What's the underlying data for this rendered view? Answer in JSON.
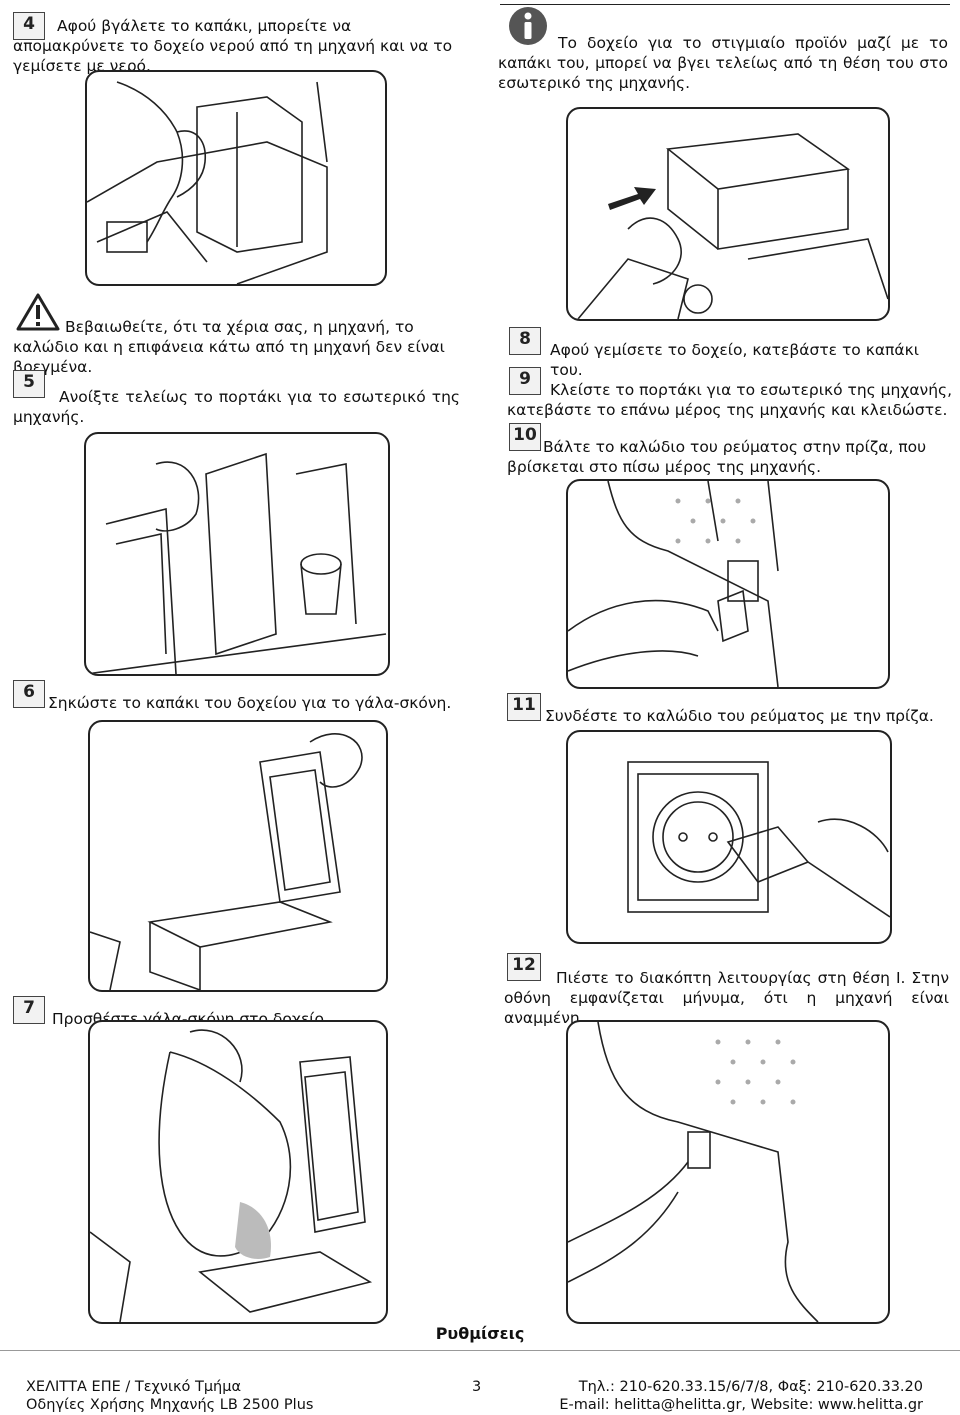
{
  "steps": {
    "s4": {
      "num": "4",
      "text": "Αφού βγάλετε το καπάκι, μπορείτε να απομακρύνετε το δοχείο νερού από τη μηχανή και να το γεμίσετε με νερό."
    },
    "info": {
      "text": "Το δοχείο για το στιγμιαίο προϊόν μαζί με το καπάκι του, μπορεί να βγει τελείως από τη θέση του στο εσωτερικό της μηχανής."
    },
    "warning": {
      "text": "Βεβαιωθείτε, ότι τα χέρια σας, η μηχανή, το καλώδιο και η επιφάνεια κάτω από τη μηχανή δεν είναι βρεγμένα."
    },
    "s5": {
      "num": "5",
      "text": "Ανοίξτε τελείως το πορτάκι για το εσωτερικό της μηχανής."
    },
    "s6": {
      "num": "6",
      "text": "Σηκώστε το καπάκι του δοχείου για το γάλα-σκόνη."
    },
    "s7": {
      "num": "7",
      "text": "Προσθέστε γάλα-σκόνη στο δοχείο."
    },
    "s8": {
      "num": "8",
      "text": "Αφού γεμίσετε το δοχείο, κατεβάστε το καπάκι του."
    },
    "s9": {
      "num": "9",
      "text": "Κλείστε το πορτάκι για το εσωτερικό της μηχανής, κατεβάστε το επάνω μέρος της μηχανής και κλειδώστε."
    },
    "s10": {
      "num": "10",
      "text": "Βάλτε το καλώδιο του ρεύματος στην πρίζα, που βρίσκεται στο πίσω μέρος της μηχανής."
    },
    "s11": {
      "num": "11",
      "text": "Συνδέστε το καλώδιο του ρεύματος με την πρίζα."
    },
    "s12": {
      "num": "12",
      "text": "Πιέστε το διακόπτη λειτουργίας στη θέση I. Στην οθόνη εμφανίζεται μήνυμα, ότι η μηχανή είναι αναμμένη."
    }
  },
  "section_title": "Ρυθμίσεις",
  "footer": {
    "company": "ΧΕΛΙΤΤΑ ΕΠΕ / Τεχνικό Τμήμα",
    "manual": "Οδηγίες Χρήσης Μηχανής LB 2500 Plus",
    "page": "3",
    "phone": "Τηλ.: 210-620.33.15/6/7/8, Φαξ: 210-620.33.20",
    "email": "E-mail: helitta@helitta.gr, Website: www.helitta.gr"
  },
  "icons": [
    "info-icon",
    "warning-icon"
  ]
}
